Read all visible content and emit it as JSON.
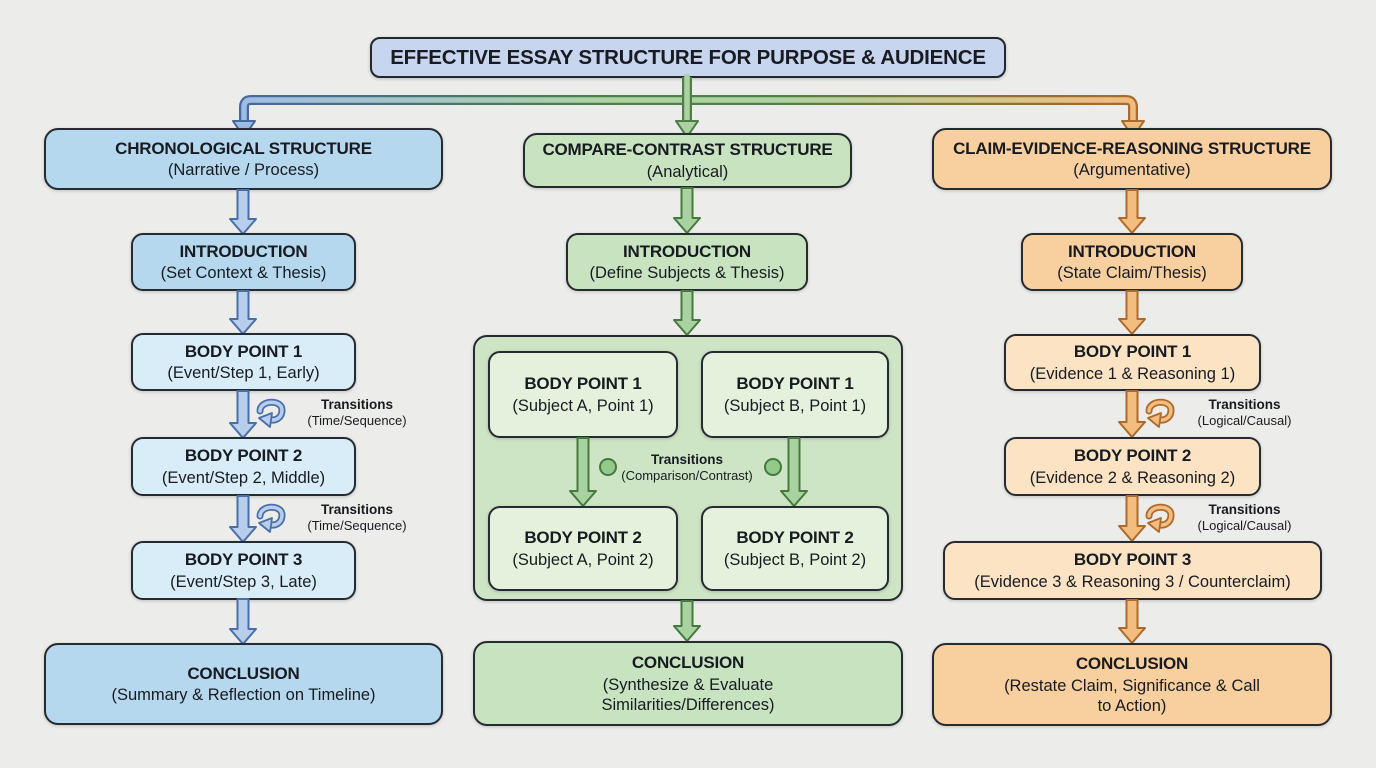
{
  "title": "EFFECTIVE ESSAY STRUCTURE FOR PURPOSE & AUDIENCE",
  "colors": {
    "background": "#ececea",
    "box_border": "#262a31",
    "title_fill": "#c8d5ee",
    "blue_medium": "#b5d8ee",
    "blue_light": "#d9edf8",
    "blue_arrow_fill": "#b7cfec",
    "blue_arrow_stroke": "#4a6fa8",
    "green_medium": "#c8e3bf",
    "green_container": "#cde5c4",
    "green_light": "#e4f1dc",
    "green_arrow_fill": "#a8d29f",
    "green_arrow_stroke": "#46793f",
    "orange_medium": "#f8cf9f",
    "orange_light": "#fce3c3",
    "orange_arrow_fill": "#f3bd7f",
    "orange_arrow_stroke": "#ad6a2b"
  },
  "icons": {
    "flow_arrow": "down-arrow",
    "transition_curved_arrow": "curved-cycle-arrow",
    "transition_dot": "circle"
  },
  "columns": [
    {
      "id": "chronological",
      "header": {
        "title": "CHRONOLOGICAL STRUCTURE",
        "subtitle": "(Narrative / Process)"
      },
      "intro": {
        "title": "INTRODUCTION",
        "subtitle": "(Set Context & Thesis)"
      },
      "body1": {
        "title": "BODY POINT 1",
        "subtitle": "(Event/Step 1, Early)"
      },
      "body2": {
        "title": "BODY POINT 2",
        "subtitle": "(Event/Step 2, Middle)"
      },
      "body3": {
        "title": "BODY POINT 3",
        "subtitle": "(Event/Step 3, Late)"
      },
      "transitions": [
        {
          "label": "Transitions",
          "sublabel": "(Time/Sequence)"
        },
        {
          "label": "Transitions",
          "sublabel": "(Time/Sequence)"
        }
      ],
      "conclusion": {
        "title": "CONCLUSION",
        "subtitle": "(Summary & Reflection on Timeline)"
      }
    },
    {
      "id": "compare-contrast",
      "header": {
        "title": "COMPARE-CONTRAST STRUCTURE",
        "subtitle": "(Analytical)"
      },
      "intro": {
        "title": "INTRODUCTION",
        "subtitle": "(Define Subjects & Thesis)"
      },
      "grid": [
        {
          "title": "BODY POINT 1",
          "subtitle": "(Subject A, Point 1)"
        },
        {
          "title": "BODY POINT 1",
          "subtitle": "(Subject B, Point 1)"
        },
        {
          "title": "BODY POINT 2",
          "subtitle": "(Subject A, Point 2)"
        },
        {
          "title": "BODY POINT 2",
          "subtitle": "(Subject B, Point 2)"
        }
      ],
      "transition": {
        "label": "Transitions",
        "sublabel": "(Comparison/Contrast)"
      },
      "conclusion": {
        "title": "CONCLUSION",
        "subtitle": "(Synthesize & Evaluate Similarities/Differences)"
      }
    },
    {
      "id": "claim-evidence-reasoning",
      "header": {
        "title": "CLAIM-EVIDENCE-REASONING STRUCTURE",
        "subtitle": "(Argumentative)"
      },
      "intro": {
        "title": "INTRODUCTION",
        "subtitle": "(State Claim/Thesis)"
      },
      "body1": {
        "title": "BODY POINT 1",
        "subtitle": "(Evidence 1 & Reasoning 1)"
      },
      "body2": {
        "title": "BODY POINT 2",
        "subtitle": "(Evidence 2 & Reasoning 2)"
      },
      "body3": {
        "title": "BODY POINT 3",
        "subtitle": "(Evidence 3 & Reasoning 3 / Counterclaim)"
      },
      "transitions": [
        {
          "label": "Transitions",
          "sublabel": "(Logical/Causal)"
        },
        {
          "label": "Transitions",
          "sublabel": "(Logical/Causal)"
        }
      ],
      "conclusion": {
        "title": "CONCLUSION",
        "subtitle": "(Restate Claim, Significance & Call to Action)"
      }
    }
  ]
}
